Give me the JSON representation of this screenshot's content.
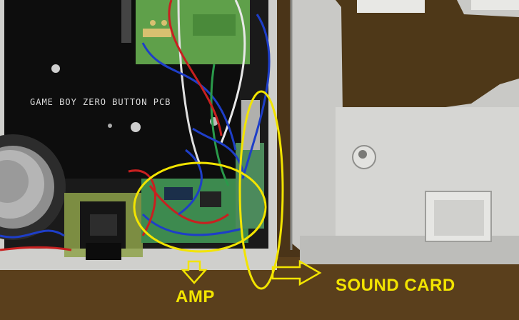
{
  "photo": {
    "pcb_silkscreen": "GAME BOY ZERO BUTTON PCB",
    "annotations": {
      "amp": "AMP",
      "sound_card": "SOUND CARD"
    },
    "annotation_color": "#f2e400"
  }
}
